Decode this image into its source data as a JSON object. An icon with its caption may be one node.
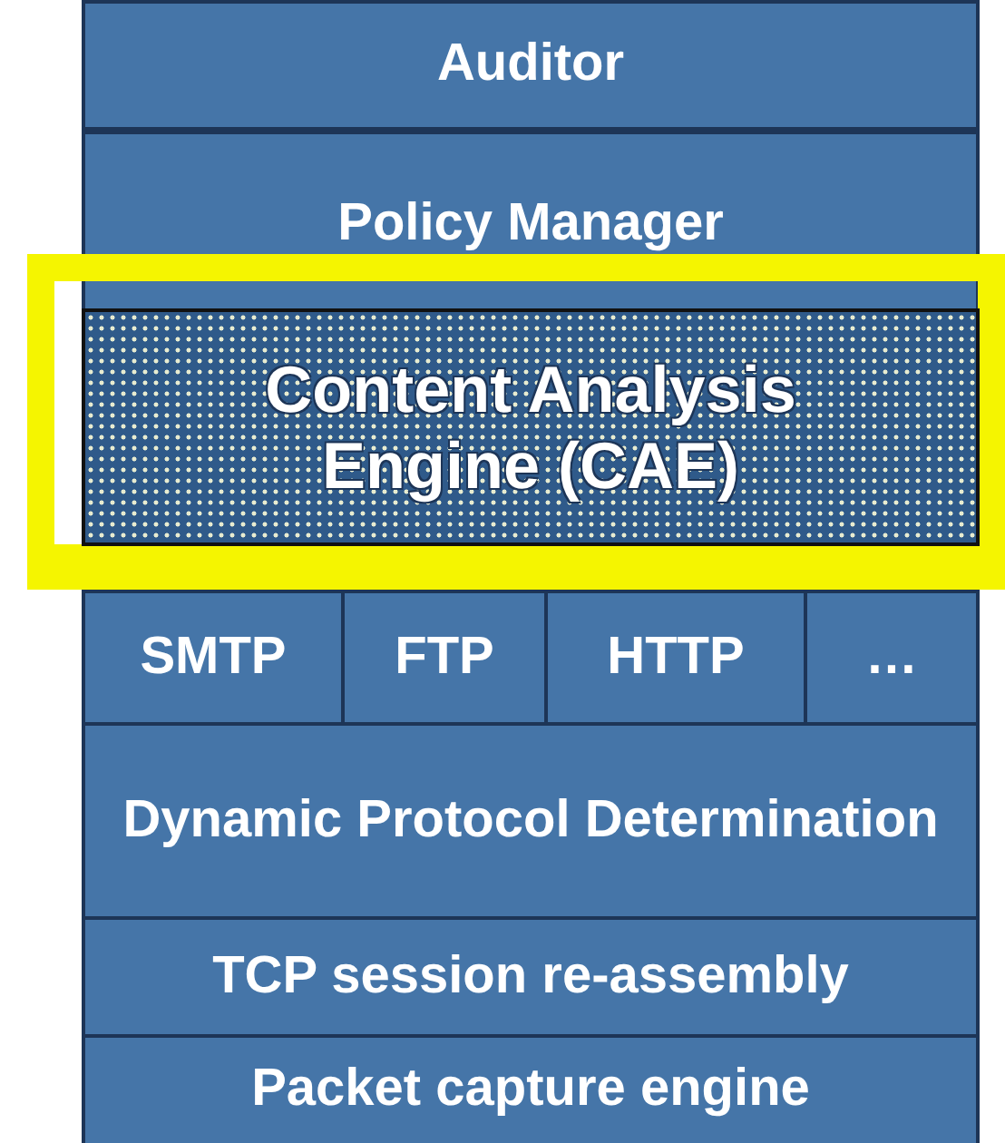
{
  "diagram": {
    "nodes": [
      {
        "text": [
          "Auditor"
        ]
      },
      {
        "text": [
          "Policy Manager"
        ]
      },
      {
        "text": [],
        "shape": "box"
      },
      {
        "text": [
          "Content Analysis Engine (CAE)"
        ],
        "in": 2
      },
      {
        "text": [
          "SMTP"
        ]
      },
      {
        "text": [
          "FTP"
        ]
      },
      {
        "text": [
          "HTTP"
        ]
      },
      {
        "text": [
          "…"
        ]
      },
      {
        "text": [
          "Dynamic Protocol Determination"
        ]
      },
      {
        "text": [
          "TCP session re-assembly"
        ]
      },
      {
        "text": [
          "Packet capture engine"
        ]
      }
    ],
    "edges": []
  }
}
